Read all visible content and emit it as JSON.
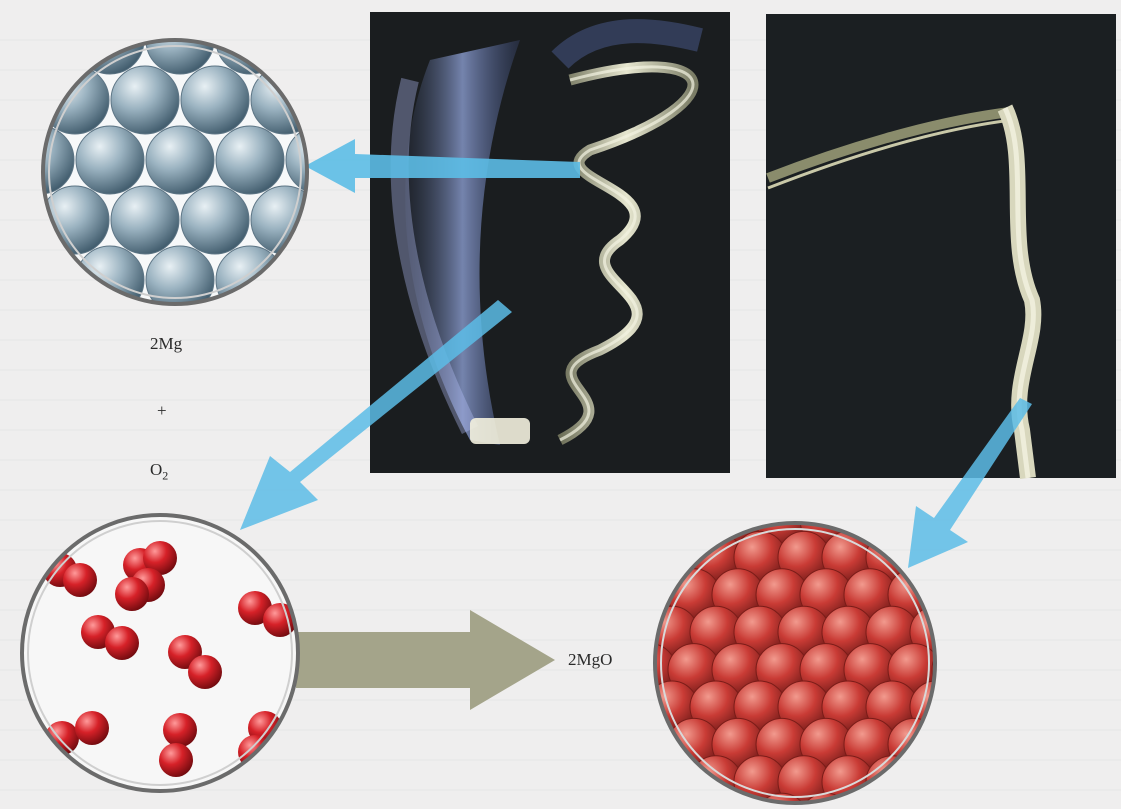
{
  "labels": {
    "reactant_metal": "2Mg",
    "plus": "+",
    "reactant_gas": "O",
    "reactant_gas_subscript": "2",
    "product": "2MgO"
  },
  "colors": {
    "page_background": "#efeeee",
    "photo_background": "#1a1d1f",
    "arrow_blue": "#5cbce6",
    "reaction_arrow": "#a4a48a",
    "mg_atom": "#8fa7b6",
    "oxygen_atom": "#d62128",
    "mg_ion_in_oxide": "#8fa3b0"
  },
  "icons": {
    "magnesium_lattice": "magnesium-atoms-circle",
    "oxygen_molecules": "oxygen-molecules-circle",
    "magnesium_oxide_lattice": "magnesium-oxide-circle",
    "burning_ribbon": "burning-magnesium-photo",
    "ash_ribbon": "magnesium-oxide-ash-photo"
  }
}
